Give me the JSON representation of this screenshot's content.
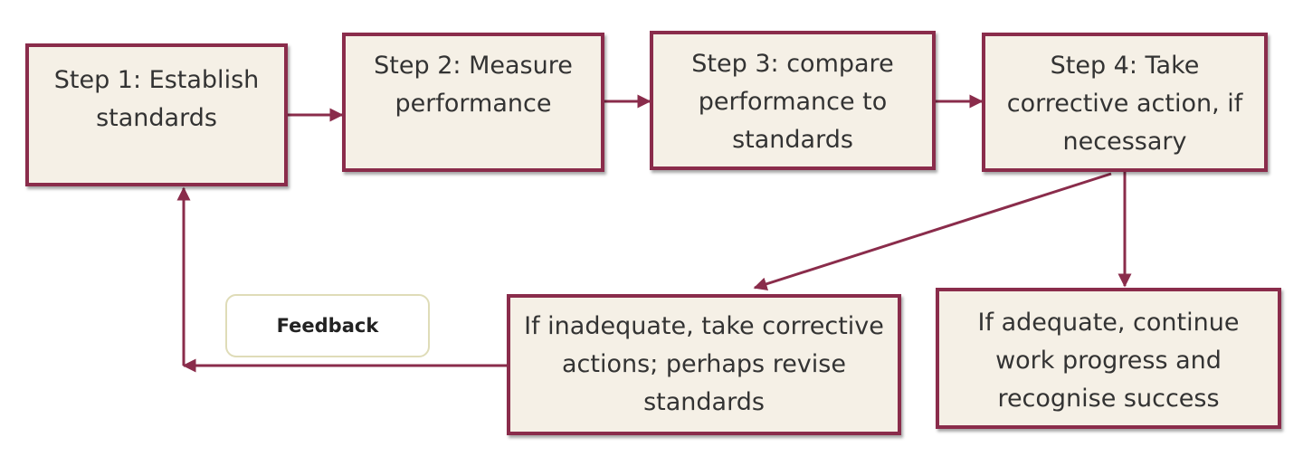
{
  "diagram": {
    "colors": {
      "accent": "#8a2c4b",
      "box_fill": "#f5f0e6",
      "feedback_border": "#dfdcb8"
    },
    "nodes": {
      "step1": {
        "label": "Step 1: Establish standards"
      },
      "step2": {
        "label": "Step 2: Measure performance"
      },
      "step3": {
        "label": "Step 3: compare performance to standards"
      },
      "step4": {
        "label": "Step 4: Take corrective action, if necessary"
      },
      "inadequate": {
        "label": "If inadequate, take corrective actions; perhaps revise standards"
      },
      "adequate": {
        "label": "If adequate, continue work progress and recognise success"
      }
    },
    "feedback_label": "Feedback",
    "edges": [
      {
        "from": "step1",
        "to": "step2"
      },
      {
        "from": "step2",
        "to": "step3"
      },
      {
        "from": "step3",
        "to": "step4"
      },
      {
        "from": "step4",
        "to": "inadequate"
      },
      {
        "from": "step4",
        "to": "adequate"
      },
      {
        "from": "inadequate",
        "to": "step1",
        "label": "Feedback"
      }
    ]
  }
}
